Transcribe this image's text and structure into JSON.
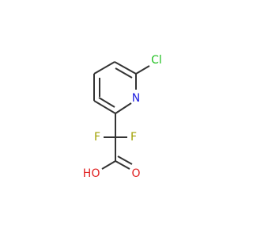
{
  "molecule": {
    "atoms": {
      "chlorine": "Cl",
      "nitrogen": "N",
      "fluorine_left": "F",
      "fluorine_right": "F",
      "oxygen_carbonyl": "O",
      "oxygen_hydroxyl": "O",
      "hydroxyl_hydrogen": "H"
    },
    "colors": {
      "bond": "#333333",
      "chlorine": "#21c021",
      "nitrogen": "#2020e0",
      "fluorine": "#a0a000",
      "oxygen": "#e02020"
    }
  }
}
